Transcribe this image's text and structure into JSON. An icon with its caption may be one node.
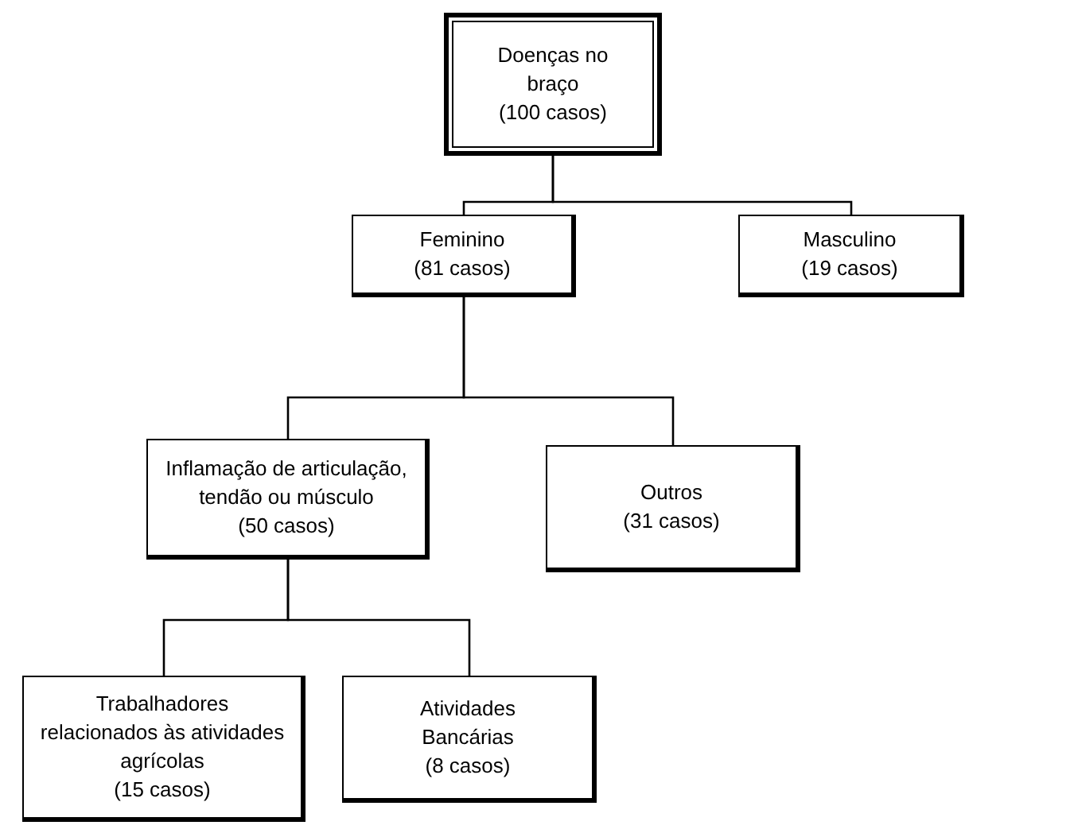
{
  "diagram": {
    "nodes": [
      {
        "text": [
          "Doenças no braço",
          "(100 casos)"
        ]
      },
      {
        "text": [
          "Feminino",
          "(81 casos)"
        ]
      },
      {
        "text": [
          "Masculino",
          "(19 casos)"
        ]
      },
      {
        "text": [
          "Inflamação de articulação, tendão ou músculo",
          "(50 casos)"
        ]
      },
      {
        "text": [
          "Outros",
          "(31 casos)"
        ]
      },
      {
        "text": [
          "Trabalhadores relacionados às atividades agrícolas",
          "(15 casos)"
        ]
      },
      {
        "text": [
          "Atividades Bancárias",
          "(8 casos)"
        ]
      }
    ],
    "edges": [
      {
        "from": 0,
        "to": 1,
        "arrow": "none"
      },
      {
        "from": 0,
        "to": 2,
        "arrow": "none"
      },
      {
        "from": 1,
        "to": 3,
        "arrow": "none"
      },
      {
        "from": 1,
        "to": 4,
        "arrow": "none"
      },
      {
        "from": 3,
        "to": 5,
        "arrow": "none"
      },
      {
        "from": 3,
        "to": 6,
        "arrow": "none"
      }
    ]
  }
}
